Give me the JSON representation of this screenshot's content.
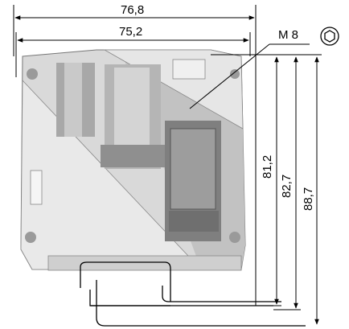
{
  "dimensions": {
    "overall_width": "76,8",
    "inner_width": "75,2",
    "height_1": "81,2",
    "height_2": "82,7",
    "height_3": "88,7"
  },
  "callout": {
    "screw_label": "M 8"
  },
  "icons": {
    "screw_head": "hexagon-socket-icon"
  },
  "colors": {
    "housing": "#dcdcdc",
    "housing_dark": "#b9b9b9",
    "metal": "#9a9a9a",
    "line": "#000000"
  }
}
